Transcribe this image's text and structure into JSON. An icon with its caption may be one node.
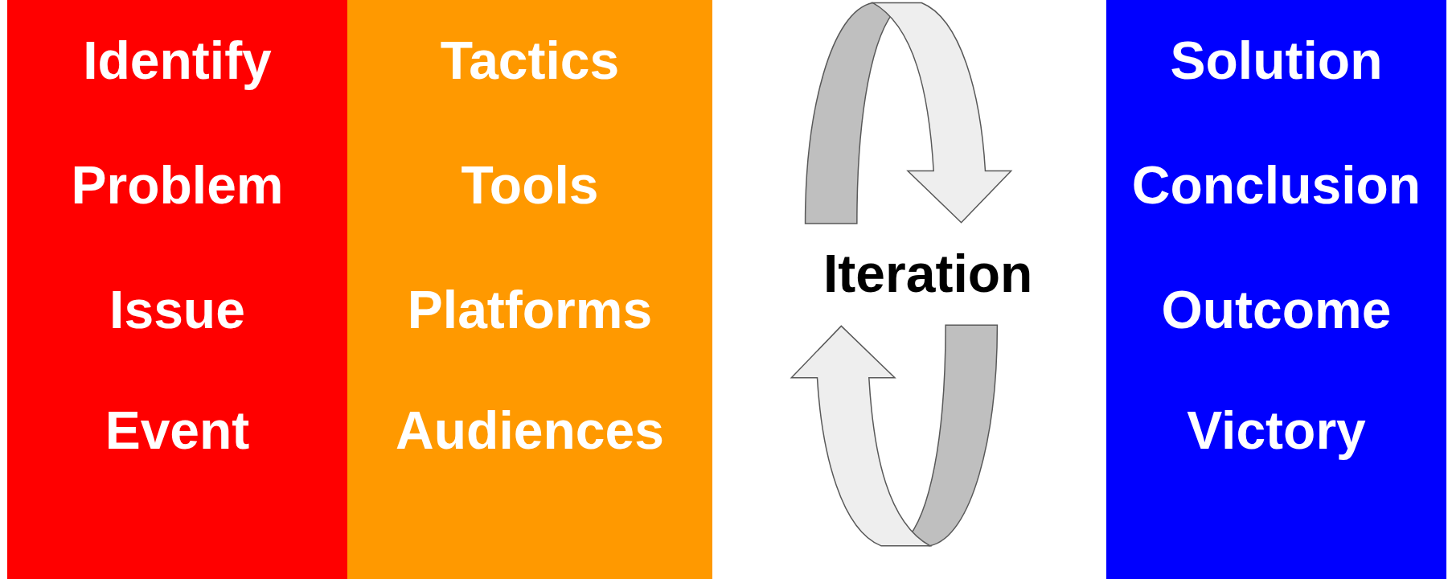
{
  "diagram": {
    "nodes": [
      {
        "text": [
          "Identify",
          "Problem",
          "Issue",
          "Event"
        ]
      },
      {
        "text": [
          "Tactics",
          "Tools",
          "Platforms",
          "Audiences"
        ]
      },
      {
        "text": [
          "Solution",
          "Conclusion",
          "Outcome",
          "Victory"
        ]
      }
    ],
    "labels": [
      "Iteration"
    ]
  }
}
